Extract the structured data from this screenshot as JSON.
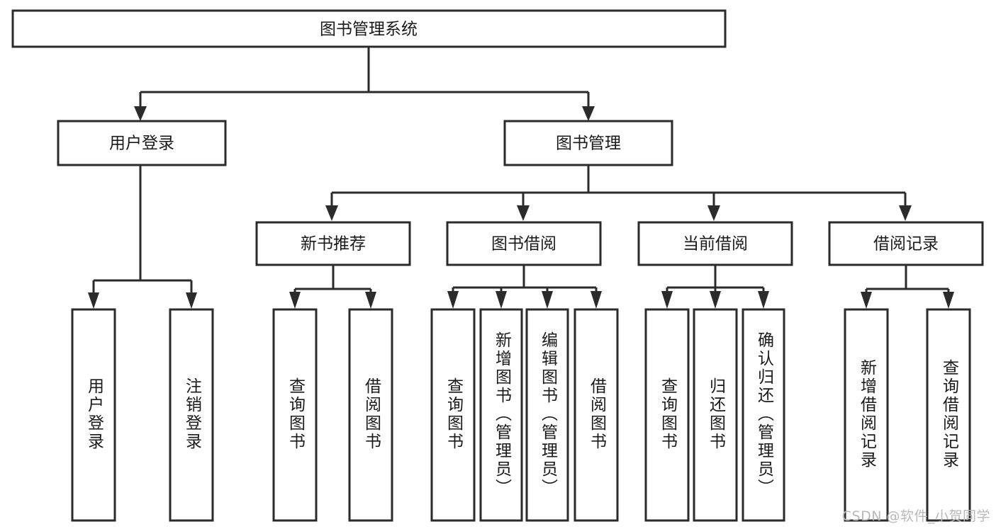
{
  "diagram": {
    "title": "图书管理系统",
    "type": "hierarchy-tree",
    "watermark": "CSDN @软件_小贺同学",
    "colors": {
      "stroke": "#2b2b2b",
      "fill": "#ffffff",
      "text": "#1a1a1a",
      "watermark": "#b9b9b9"
    },
    "levels": {
      "root": {
        "label": "图书管理系统"
      },
      "level2": [
        {
          "label": "用户登录"
        },
        {
          "label": "图书管理"
        }
      ],
      "level3": [
        {
          "label": "新书推荐"
        },
        {
          "label": "图书借阅"
        },
        {
          "label": "当前借阅"
        },
        {
          "label": "借阅记录"
        }
      ],
      "leaves": {
        "user_login": [
          {
            "label": "用户登录"
          },
          {
            "label": "注销登录"
          }
        ],
        "new_book_recommend": [
          {
            "label": "查询图书"
          },
          {
            "label": "借阅图书"
          }
        ],
        "book_borrow": [
          {
            "label": "查询图书"
          },
          {
            "label": "新增图书（管理员）"
          },
          {
            "label": "编辑图书（管理员）"
          },
          {
            "label": "借阅图书"
          }
        ],
        "current_borrow": [
          {
            "label": "查询图书"
          },
          {
            "label": "归还图书"
          },
          {
            "label": "确认归还（管理员）"
          }
        ],
        "borrow_records": [
          {
            "label": "新增借阅记录"
          },
          {
            "label": "查询借阅记录"
          }
        ]
      }
    }
  }
}
